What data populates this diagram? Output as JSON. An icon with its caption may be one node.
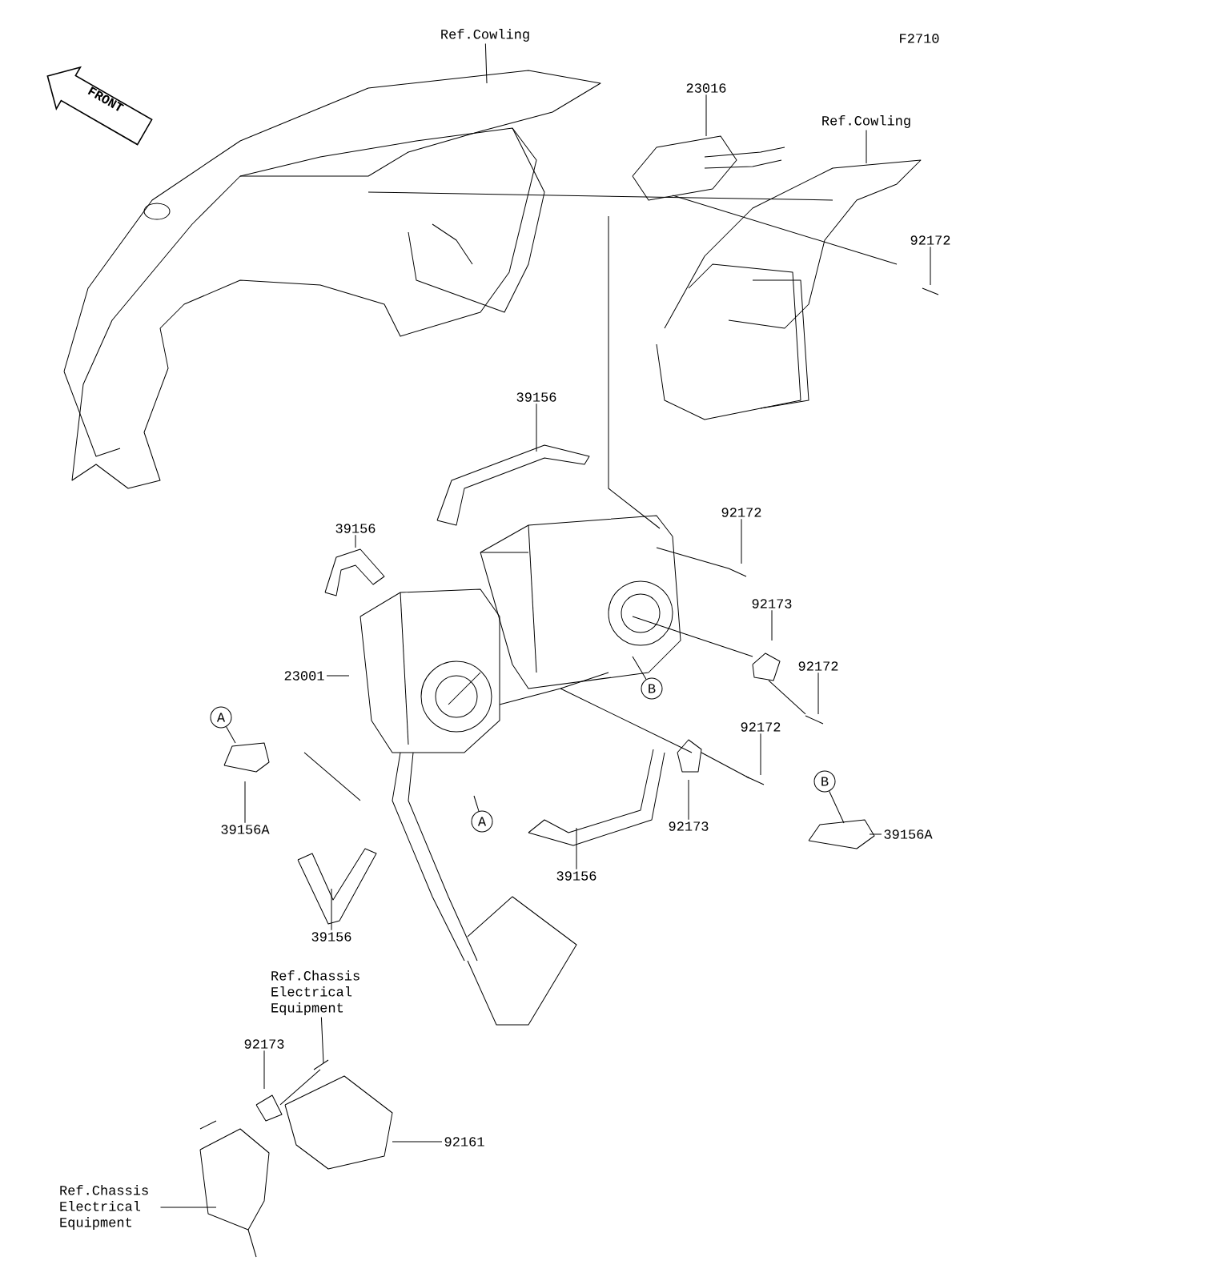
{
  "diagram": {
    "nodes": [
      {
        "text": [
          "Ref.Cowling"
        ]
      },
      {
        "text": [
          "23016"
        ]
      },
      {
        "text": [
          "Ref.Cowling"
        ]
      },
      {
        "text": [
          "92172"
        ]
      },
      {
        "text": [
          "39156"
        ]
      },
      {
        "text": [
          "39156"
        ]
      },
      {
        "text": [
          "92172"
        ]
      },
      {
        "text": [
          "23001"
        ]
      },
      {
        "text": [
          "92173"
        ]
      },
      {
        "text": [
          "92172"
        ]
      },
      {
        "text": [
          "B"
        ]
      },
      {
        "text": [
          "A"
        ]
      },
      {
        "text": [
          "92172"
        ]
      },
      {
        "text": [
          "39156A"
        ]
      },
      {
        "text": [
          "A"
        ]
      },
      {
        "text": [
          "92173"
        ]
      },
      {
        "text": [
          "B"
        ]
      },
      {
        "text": [
          "39156A"
        ]
      },
      {
        "text": [
          "39156"
        ]
      },
      {
        "text": [
          "39156"
        ]
      },
      {
        "text": [
          "Ref.Chassis Electrical Equipment"
        ]
      },
      {
        "text": [
          "92173"
        ]
      },
      {
        "text": [
          "92161"
        ]
      },
      {
        "text": [
          "Ref.Chassis Electrical Equipment"
        ]
      }
    ],
    "edges": [
      {
        "from": 0,
        "to": null,
        "arrow": "none"
      },
      {
        "from": 1,
        "to": null,
        "arrow": "none"
      },
      {
        "from": 2,
        "to": null,
        "arrow": "none"
      },
      {
        "from": 3,
        "to": null,
        "arrow": "none"
      },
      {
        "from": 4,
        "to": null,
        "arrow": "none"
      },
      {
        "from": 5,
        "to": null,
        "arrow": "none"
      },
      {
        "from": 6,
        "to": null,
        "arrow": "none"
      },
      {
        "from": 7,
        "to": null,
        "arrow": "none"
      },
      {
        "from": 8,
        "to": null,
        "arrow": "none"
      },
      {
        "from": 9,
        "to": null,
        "arrow": "none"
      },
      {
        "from": 10,
        "to": null,
        "arrow": "none"
      },
      {
        "from": 11,
        "to": null,
        "arrow": "none"
      },
      {
        "from": 12,
        "to": null,
        "arrow": "none"
      },
      {
        "from": 13,
        "to": null,
        "arrow": "none"
      },
      {
        "from": 14,
        "to": null,
        "arrow": "none"
      },
      {
        "from": 15,
        "to": null,
        "arrow": "none"
      },
      {
        "from": 16,
        "to": null,
        "arrow": "none"
      },
      {
        "from": 17,
        "to": null,
        "arrow": "none"
      },
      {
        "from": 18,
        "to": null,
        "arrow": "none"
      },
      {
        "from": 19,
        "to": null,
        "arrow": "none"
      },
      {
        "from": 20,
        "to": null,
        "arrow": "none"
      },
      {
        "from": 21,
        "to": null,
        "arrow": "none"
      },
      {
        "from": 22,
        "to": null,
        "arrow": "none"
      },
      {
        "from": 23,
        "to": null,
        "arrow": "none"
      }
    ],
    "labels": [
      "F2710",
      "FRONT"
    ]
  }
}
